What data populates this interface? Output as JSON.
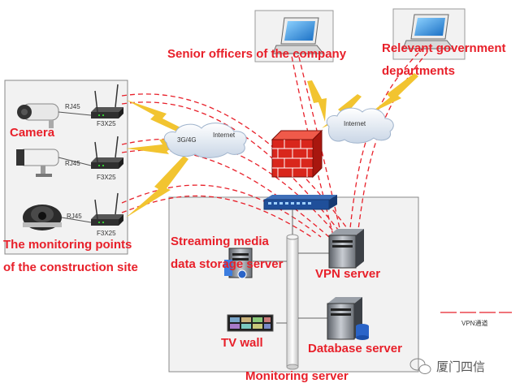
{
  "labels": {
    "senior": "Senior officers of the company",
    "gov_line1": "Relevant government",
    "gov_line2": "departments",
    "camera": "Camera",
    "site_line1": "The monitoring points",
    "site_line2": "of the construction site",
    "streaming_line1": "Streaming media",
    "streaming_line2": "data storage server",
    "vpn_server": "VPN server",
    "tv_wall": "TV wall",
    "database": "Database server",
    "monitoring": "Monitoring server"
  },
  "small_labels": {
    "rj45": "RJ45",
    "f3x25": "F3X25",
    "cloud_left": "3G/4G",
    "internet": "Internet",
    "vpn_legend": "VPN通道",
    "watermark": "厦门四信"
  },
  "colors": {
    "accent_red": "#e8202a",
    "lightning": "#f2c430",
    "frame_gray": "#888888",
    "box_fill": "#f2f2f2"
  }
}
